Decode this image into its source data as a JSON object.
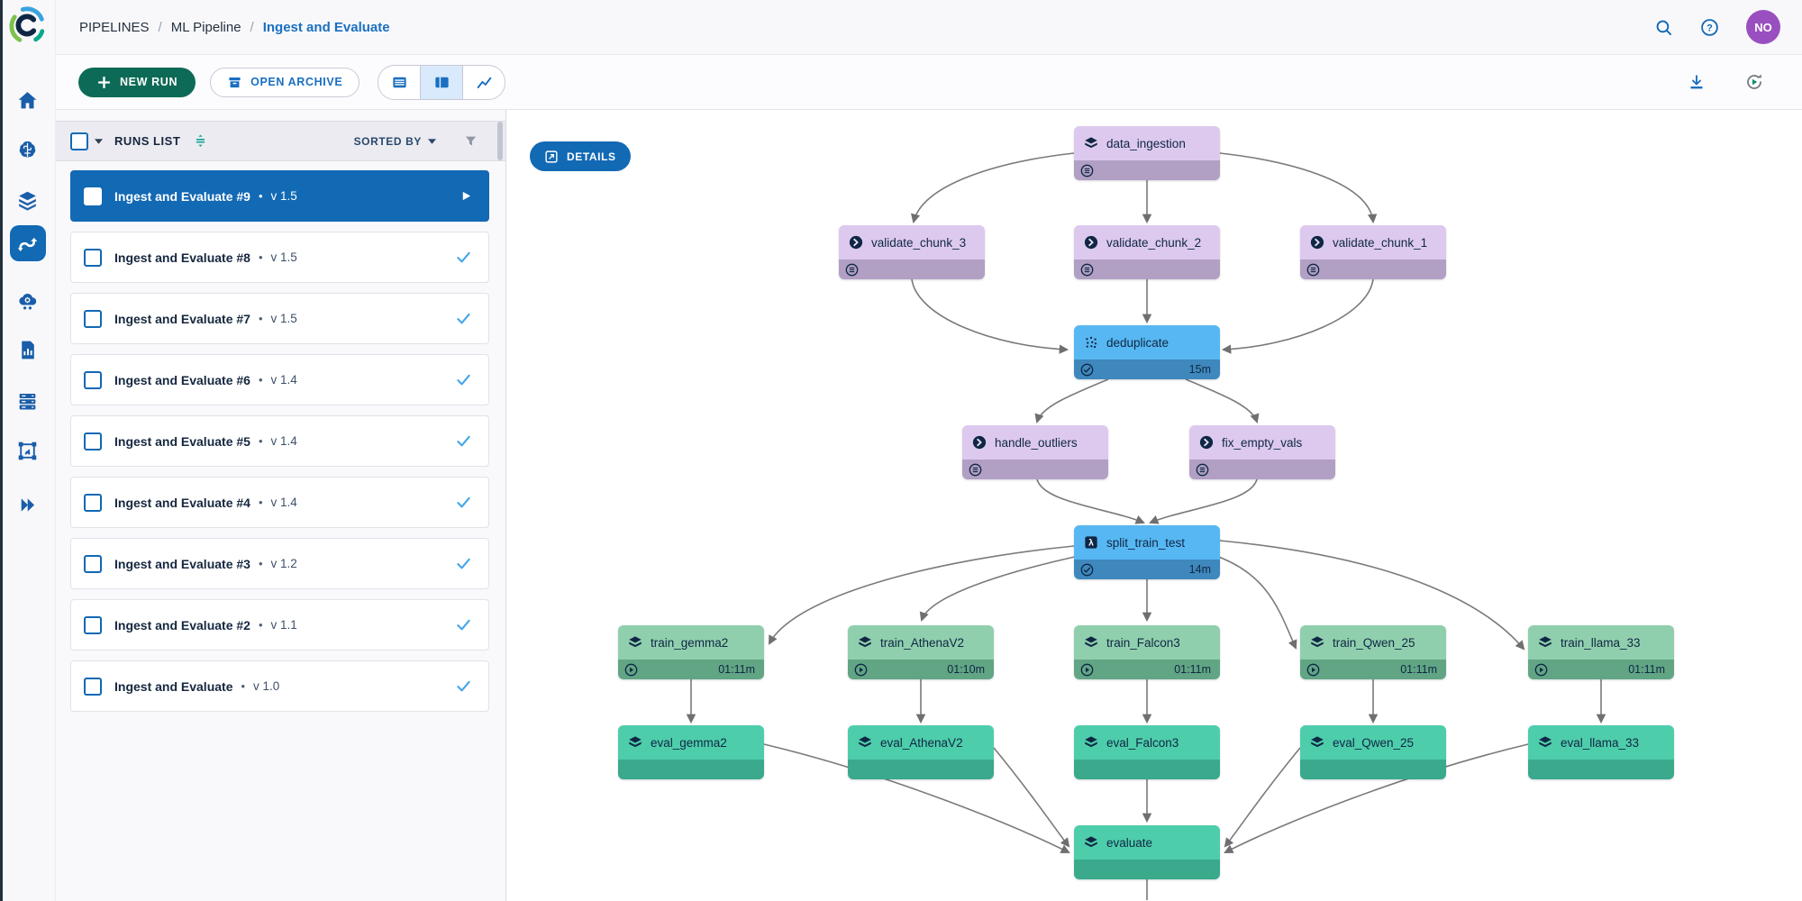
{
  "header": {
    "breadcrumb": [
      {
        "label": "PIPELINES"
      },
      {
        "label": "ML Pipeline"
      },
      {
        "label": "Ingest and Evaluate"
      }
    ],
    "separator": "/",
    "avatar_initials": "NO"
  },
  "toolbar": {
    "new_run_label": "NEW RUN",
    "open_archive_label": "OPEN ARCHIVE"
  },
  "runs_panel": {
    "title": "RUNS LIST",
    "sorted_by_label": "SORTED BY",
    "bullet": "•",
    "runs": [
      {
        "name": "Ingest and Evaluate #9",
        "version": "v 1.5",
        "status": "running",
        "selected": true
      },
      {
        "name": "Ingest and Evaluate #8",
        "version": "v 1.5",
        "status": "completed",
        "selected": false
      },
      {
        "name": "Ingest and Evaluate #7",
        "version": "v 1.5",
        "status": "completed",
        "selected": false
      },
      {
        "name": "Ingest and Evaluate #6",
        "version": "v 1.4",
        "status": "completed",
        "selected": false
      },
      {
        "name": "Ingest and Evaluate #5",
        "version": "v 1.4",
        "status": "completed",
        "selected": false
      },
      {
        "name": "Ingest and Evaluate #4",
        "version": "v 1.4",
        "status": "completed",
        "selected": false
      },
      {
        "name": "Ingest and Evaluate #3",
        "version": "v 1.2",
        "status": "completed",
        "selected": false
      },
      {
        "name": "Ingest and Evaluate #2",
        "version": "v 1.1",
        "status": "completed",
        "selected": false
      },
      {
        "name": "Ingest and Evaluate",
        "version": "v 1.0",
        "status": "completed",
        "selected": false
      }
    ]
  },
  "graph": {
    "details_label": "DETAILS",
    "nodes": [
      {
        "label": "data_ingestion",
        "variant": "purple",
        "duration": ""
      },
      {
        "label": "validate_chunk_3",
        "variant": "purple",
        "duration": ""
      },
      {
        "label": "validate_chunk_2",
        "variant": "purple",
        "duration": ""
      },
      {
        "label": "validate_chunk_1",
        "variant": "purple",
        "duration": ""
      },
      {
        "label": "deduplicate",
        "variant": "blue",
        "duration": "15m"
      },
      {
        "label": "handle_outliers",
        "variant": "purple",
        "duration": ""
      },
      {
        "label": "fix_empty_vals",
        "variant": "purple",
        "duration": ""
      },
      {
        "label": "split_train_test",
        "variant": "blue",
        "duration": "14m"
      },
      {
        "label": "train_gemma2",
        "variant": "green",
        "duration": "01:11m"
      },
      {
        "label": "train_AthenaV2",
        "variant": "green",
        "duration": "01:10m"
      },
      {
        "label": "train_Falcon3",
        "variant": "green",
        "duration": "01:11m"
      },
      {
        "label": "train_Qwen_25",
        "variant": "green",
        "duration": "01:11m"
      },
      {
        "label": "train_llama_33",
        "variant": "green",
        "duration": "01:11m"
      },
      {
        "label": "eval_gemma2",
        "variant": "teal",
        "duration": ""
      },
      {
        "label": "eval_AthenaV2",
        "variant": "teal",
        "duration": ""
      },
      {
        "label": "eval_Falcon3",
        "variant": "teal",
        "duration": ""
      },
      {
        "label": "eval_Qwen_25",
        "variant": "teal",
        "duration": ""
      },
      {
        "label": "eval_llama_33",
        "variant": "teal",
        "duration": ""
      },
      {
        "label": "evaluate",
        "variant": "teal",
        "duration": ""
      }
    ]
  },
  "icons": {
    "search": "magnifier",
    "help": "question-mark-circle",
    "download": "arrow-down-tray",
    "auto-refresh": "circular-arrows-play",
    "new-run": "plus",
    "open-archive": "archive-box",
    "view-rows": "list-rows",
    "view-split": "split-panel (active)",
    "view-plots": "line-chart",
    "runs-sort": "unfold-lines",
    "filter": "funnel",
    "run-completed": "check",
    "run-running": "play-triangle",
    "node-dataset": "stacked-layers",
    "node-step": "circle-chevron-right",
    "node-dedup": "dot-cluster",
    "node-function": "lambda-square",
    "node-log": "circle-menu",
    "node-done": "circle-check",
    "node-play": "circle-play"
  },
  "colors": {
    "primary_blue": "#1269b4",
    "link_blue": "#1a6fc0",
    "new_run_green": "#0d6a56",
    "teal_accent": "#12a594",
    "check_blue": "#45a6e8",
    "avatar_purple": "#9a4fc0",
    "node_purple": "#ddc9ee",
    "node_purple_bar": "#b19fc4",
    "node_blue": "#57b7f2",
    "node_blue_bar": "#3e88bd",
    "node_green": "#90cfad",
    "node_green_bar": "#61a584",
    "node_teal": "#4ecdab",
    "node_teal_bar": "#3aa98c",
    "edge_gray": "#787878"
  }
}
